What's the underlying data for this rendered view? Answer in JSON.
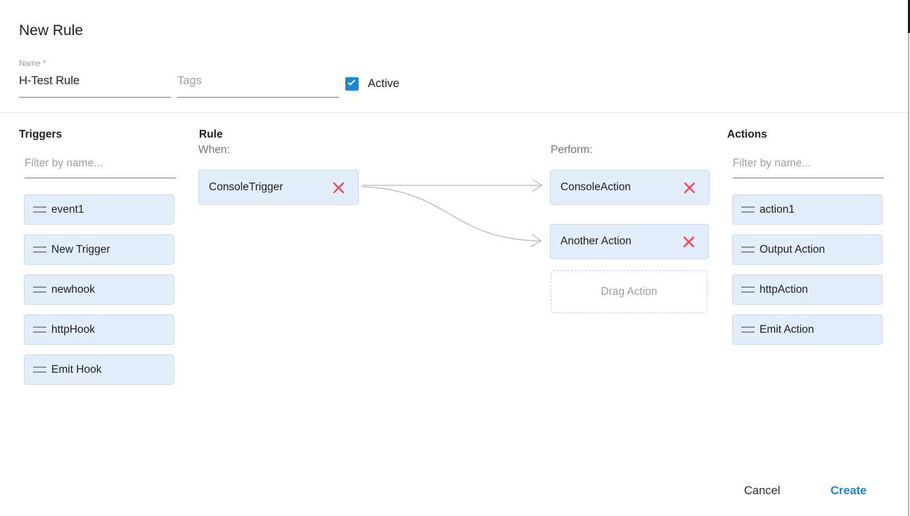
{
  "header": {
    "title": "New Rule",
    "name_field": {
      "label": "Name *",
      "value": "H-Test Rule"
    },
    "tags_field": {
      "placeholder": "Tags"
    },
    "active_checkbox": {
      "label": "Active",
      "checked": true
    }
  },
  "triggers_panel": {
    "title": "Triggers",
    "filter_placeholder": "Filter by name...",
    "items": [
      "event1",
      "New Trigger",
      "newhook",
      "httpHook",
      "Emit Hook"
    ]
  },
  "rule_panel": {
    "title": "Rule",
    "when_label": "When:",
    "perform_label": "Perform:",
    "when_items": [
      "ConsoleTrigger"
    ],
    "perform_items": [
      "ConsoleAction",
      "Another Action"
    ],
    "drop_placeholder": "Drag Action",
    "connections": [
      {
        "from": "ConsoleTrigger",
        "to": "ConsoleAction"
      },
      {
        "from": "ConsoleTrigger",
        "to": "Another Action"
      }
    ]
  },
  "actions_panel": {
    "title": "Actions",
    "filter_placeholder": "Filter by name...",
    "items": [
      "action1",
      "Output Action",
      "httpAction",
      "Emit Action"
    ]
  },
  "footer": {
    "cancel_label": "Cancel",
    "create_label": "Create"
  },
  "colors": {
    "checkbox_blue": "#1d87d0",
    "create_blue": "#1787d1",
    "chip_bg": "#e2eef9",
    "chip_border": "#c6dcee",
    "remove_red": "#f2465c",
    "arrow_gray": "#b9b9b9",
    "underlay_header_dark": "#16222c"
  },
  "icons": {
    "drag_handle": "drag-handle-icon (two horizontal bars)",
    "remove": "close-icon (red x)",
    "active_check": "check-icon (white checkmark)"
  }
}
